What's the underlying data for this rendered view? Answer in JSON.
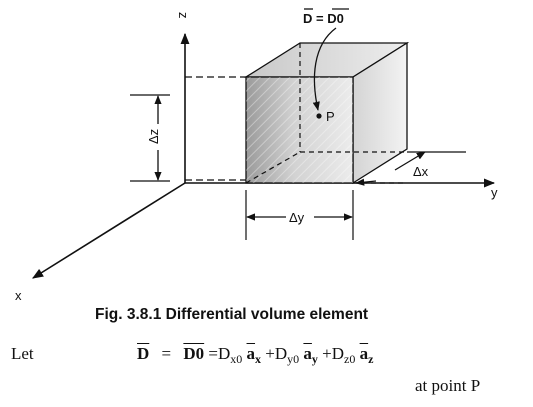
{
  "diagram": {
    "axis_z_label": "z",
    "axis_y_label": "y",
    "axis_x_label": "x",
    "vector_label": "D = D0",
    "point_label": "P",
    "dz_label": "Δz",
    "dy_label": "Δy",
    "dx_label": "Δx"
  },
  "caption": {
    "number": "Fig. 3.8.1",
    "title": "Differential volume element"
  },
  "equation": {
    "let": "Let",
    "D": "D",
    "equals": "=",
    "D0": "D0",
    "equals2": "=",
    "Dx0": "D",
    "Dx0_sub": "x0",
    "ax": "a",
    "ax_sub": "x",
    "plus1": "+",
    "Dy0": "D",
    "Dy0_sub": "y0",
    "ay": "a",
    "ay_sub": "y",
    "plus2": "+",
    "Dz0": "D",
    "Dz0_sub": "z0",
    "az": "a",
    "az_sub": "z",
    "at_point": "at point P"
  }
}
